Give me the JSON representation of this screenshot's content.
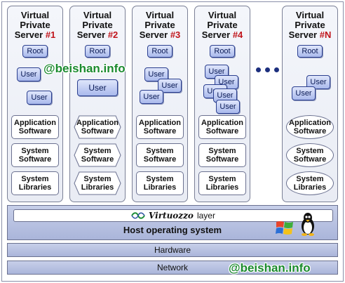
{
  "servers": [
    {
      "title": "Virtual\nPrivate\nServer",
      "number": "#1",
      "root": "Root",
      "users": [
        "User",
        "User"
      ],
      "layers": [
        "Application\nSoftware",
        "System\nSoftware",
        "System\nLibraries"
      ]
    },
    {
      "title": "Virtual\nPrivate\nServer",
      "number": "#2",
      "root": "Root",
      "users": [
        "User"
      ],
      "layers": [
        "Application\nSoftware",
        "System\nSoftware",
        "System\nLibraries"
      ]
    },
    {
      "title": "Virtual\nPrivate\nServer",
      "number": "#3",
      "root": "Root",
      "users": [
        "User",
        "User",
        "User"
      ],
      "layers": [
        "Application\nSoftware",
        "System\nSoftware",
        "System\nLibraries"
      ]
    },
    {
      "title": "Virtual\nPrivate\nServer",
      "number": "#4",
      "root": "Root",
      "users": [
        "User",
        "User",
        "User",
        "User",
        "User"
      ],
      "layers": [
        "Application\nSoftware",
        "System\nSoftware",
        "System\nLibraries"
      ]
    },
    {
      "title": "Virtual\nPrivate\nServer",
      "number": "#N",
      "root": "Root",
      "users": [
        "User",
        "User"
      ],
      "layers": [
        "Application\nSoftware",
        "System\nSoftware",
        "System\nLibraries"
      ]
    }
  ],
  "virtualization": {
    "brand": "Virtuozzo",
    "suffix": "layer"
  },
  "host_os": "Host operating system",
  "hardware": "Hardware",
  "network": "Network",
  "watermarks": [
    "@beishan.info",
    "@beishan.info"
  ],
  "colors": {
    "accent_number": "#c0141b",
    "button_border": "#2b3f8f",
    "band_fill": "#b9c3e3"
  },
  "icons": [
    "windows-logo-icon",
    "linux-penguin-icon",
    "virtuozzo-logo-icon"
  ]
}
